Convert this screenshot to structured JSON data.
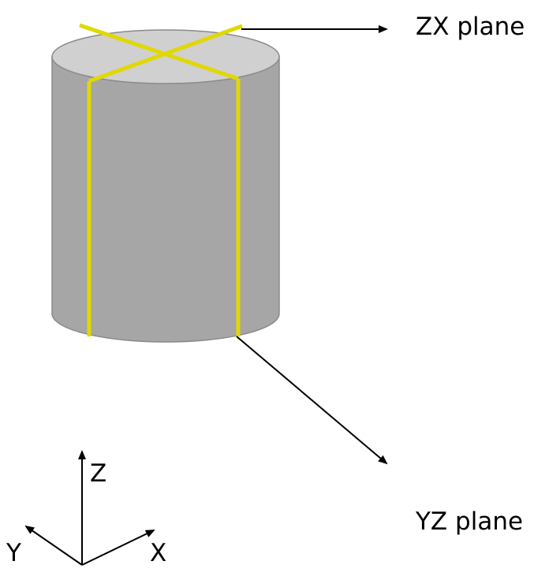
{
  "labels": {
    "zx_plane": "ZX plane",
    "yz_plane": "YZ plane"
  },
  "axes": {
    "z": "Z",
    "y": "Y",
    "x": "X"
  },
  "colors": {
    "cylinder_body": "#a6a6a6",
    "cylinder_top": "#d0d0d0",
    "cylinder_edge": "#8a8a8a",
    "plane_lines": "#e0d800",
    "arrows": "#000000"
  }
}
